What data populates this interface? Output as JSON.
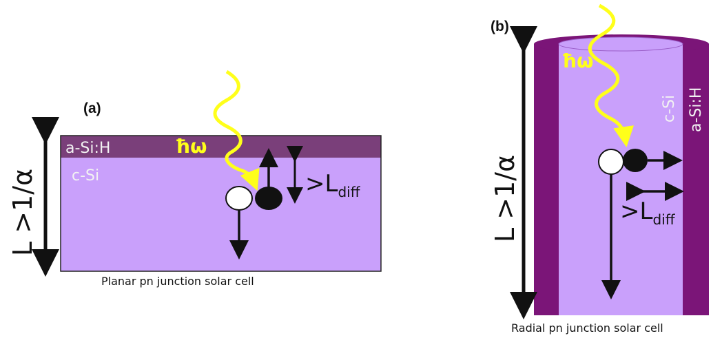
{
  "panel_a": {
    "label": "(a)",
    "top_layer": "a-Si:H",
    "bulk_layer": "c-Si",
    "photon": "ħω",
    "diff_main": ">L",
    "diff_sub": "diff",
    "length": "L >1/α",
    "caption": "Planar pn junction solar cell"
  },
  "panel_b": {
    "label": "(b)",
    "core_layer": "c-Si",
    "shell_layer": "a-Si:H",
    "photon": "ħω",
    "diff_main": ">L",
    "diff_sub": "diff",
    "length": "L >1/α",
    "caption": "Radial pn junction solar cell"
  },
  "colors": {
    "bulk": "#c9a0fb",
    "emitter": "#7a3f7a",
    "shell": "#7b1578",
    "photon": "#ffff1a",
    "hole": "#ffffff",
    "electron": "#000000"
  }
}
